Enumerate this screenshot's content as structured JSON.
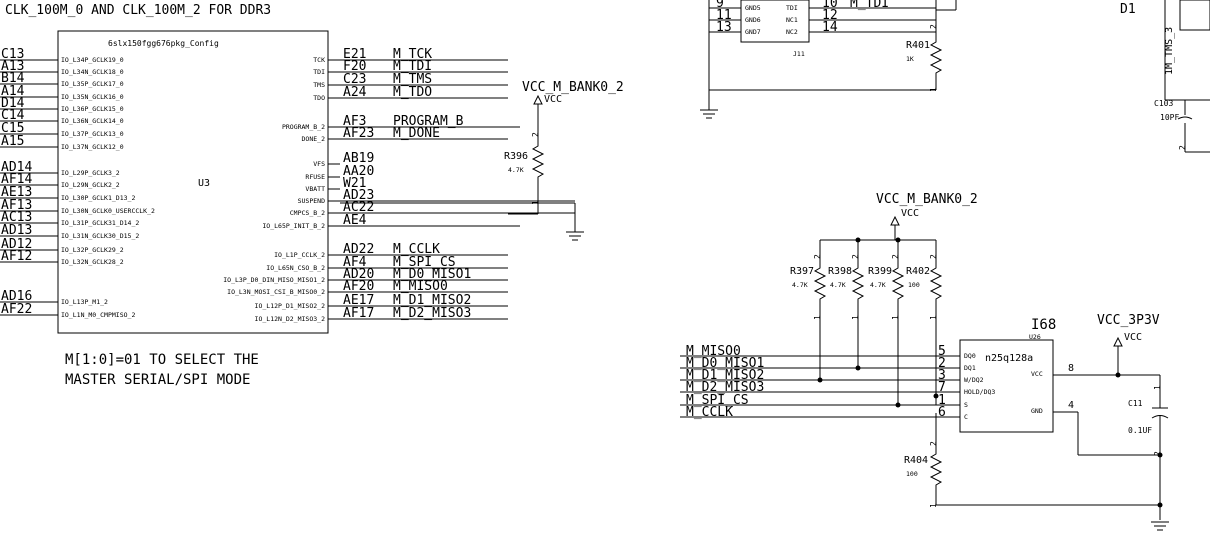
{
  "header": {
    "title": "CLK_100M_0 AND CLK_100M_2 FOR DDR3"
  },
  "u3": {
    "part": "6slx150fgg676pkg_Config",
    "refdes": "U3",
    "left_pins": [
      {
        "ball": "C13",
        "name": "IO_L34P_GCLK19_0"
      },
      {
        "ball": "A13",
        "name": "IO_L34N_GCLK18_0"
      },
      {
        "ball": "B14",
        "name": "IO_L35P_GCLK17_0"
      },
      {
        "ball": "A14",
        "name": "IO_L35N_GCLK16_0"
      },
      {
        "ball": "D14",
        "name": "IO_L36P_GCLK15_0"
      },
      {
        "ball": "C14",
        "name": "IO_L36N_GCLK14_0"
      },
      {
        "ball": "C15",
        "name": "IO_L37P_GCLK13_0"
      },
      {
        "ball": "A15",
        "name": "IO_L37N_GCLK12_0"
      },
      {
        "ball": "AD14",
        "name": "IO_L29P_GCLK3_2"
      },
      {
        "ball": "AF14",
        "name": "IO_L29N_GCLK2_2"
      },
      {
        "ball": "AE13",
        "name": "IO_L30P_GCLK1_D13_2"
      },
      {
        "ball": "AF13",
        "name": "IO_L30N_GCLK0_USERCCLK_2"
      },
      {
        "ball": "AC13",
        "name": "IO_L31P_GCLK31_D14_2"
      },
      {
        "ball": "AD13",
        "name": "IO_L31N_GCLK30_D15_2"
      },
      {
        "ball": "AD12",
        "name": "IO_L32P_GCLK29_2"
      },
      {
        "ball": "AF12",
        "name": "IO_L32N_GCLK28_2"
      },
      {
        "ball": "AD16",
        "name": "IO_L13P_M1_2"
      },
      {
        "ball": "AF22",
        "name": "IO_L1N_M0_CMPMISO_2"
      }
    ],
    "right_pins": [
      {
        "name": "TCK",
        "ball": "E21",
        "net": "M_TCK"
      },
      {
        "name": "TDI",
        "ball": "F20",
        "net": "M_TDI"
      },
      {
        "name": "TMS",
        "ball": "C23",
        "net": "M_TMS"
      },
      {
        "name": "TDO",
        "ball": "A24",
        "net": "M_TDO"
      },
      {
        "name": "PROGRAM_B_2",
        "ball": "AF3",
        "net": "PROGRAM_B"
      },
      {
        "name": "DONE_2",
        "ball": "AF23",
        "net": "M_DONE"
      },
      {
        "name": "VFS",
        "ball": "AB19",
        "net": ""
      },
      {
        "name": "RFUSE",
        "ball": "AA20",
        "net": ""
      },
      {
        "name": "VBATT",
        "ball": "W21",
        "net": ""
      },
      {
        "name": "SUSPEND",
        "ball": "AD23",
        "net": ""
      },
      {
        "name": "CMPCS_B_2",
        "ball": "AC22",
        "net": ""
      },
      {
        "name": "IO_L65P_INIT_B_2",
        "ball": "AE4",
        "net": ""
      },
      {
        "name": "IO_L1P_CCLK_2",
        "ball": "AD22",
        "net": "M_CCLK"
      },
      {
        "name": "IO_L65N_CSO_B_2",
        "ball": "AF4",
        "net": "M_SPI_CS"
      },
      {
        "name": "IO_L3P_D0_DIN_MISO_MISO1_2",
        "ball": "AD20",
        "net": "M_D0_MISO1"
      },
      {
        "name": "IO_L3N_MOSI_CSI_B_MISO0_2",
        "ball": "AF20",
        "net": "M_MISO0"
      },
      {
        "name": "IO_L12P_D1_MISO2_2",
        "ball": "AE17",
        "net": "M_D1_MISO2"
      },
      {
        "name": "IO_L12N_D2_MISO3_2",
        "ball": "AF17",
        "net": "M_D2_MISO3"
      }
    ]
  },
  "note": {
    "line1": "M[1:0]=01 TO SELECT THE",
    "line2": "MASTER SERIAL/SPI MODE"
  },
  "r396": {
    "ref": "R396",
    "value": "4.7K",
    "pin1": "1",
    "pin2": "2"
  },
  "rail_top": {
    "name": "VCC_M_BANK0_2",
    "symbol": "VCC"
  },
  "j11": {
    "ref": "J11",
    "rows": [
      {
        "num": "9",
        "left": "GND5",
        "right": "TDI",
        "rnum": "10",
        "net": "M_TDI"
      },
      {
        "num": "11",
        "left": "GND6",
        "right": "NC1",
        "rnum": "12",
        "net": ""
      },
      {
        "num": "13",
        "left": "GND7",
        "right": "NC2",
        "rnum": "14",
        "net": ""
      }
    ]
  },
  "r401": {
    "ref": "R401",
    "value": "1K",
    "pin1": "1",
    "pin2": "2"
  },
  "d1": {
    "ref": "D1",
    "net": "1M_TMS_3"
  },
  "c103": {
    "ref": "C103",
    "value": "10PF",
    "pin2": "2"
  },
  "rail_mid": {
    "name": "VCC_M_BANK0_2",
    "symbol": "VCC"
  },
  "pullups": [
    {
      "ref": "R397",
      "value": "4.7K"
    },
    {
      "ref": "R398",
      "value": "4.7K"
    },
    {
      "ref": "R399",
      "value": "4.7K"
    },
    {
      "ref": "R402",
      "value": "100"
    }
  ],
  "pin_labels": {
    "one": "1",
    "two": "2"
  },
  "flash_nets": [
    "M_MISO0",
    "M_D0_MISO1",
    "M_D1_MISO2",
    "M_D2_MISO3",
    "M_SPI_CS",
    "M_CCLK"
  ],
  "u26": {
    "ref": "I68",
    "refdes": "U26",
    "part": "n25q128a",
    "left_pins": [
      {
        "num": "5",
        "name": "DQ0"
      },
      {
        "num": "2",
        "name": "DQ1"
      },
      {
        "num": "3",
        "name": "W/DQ2"
      },
      {
        "num": "7",
        "name": "HOLD/DQ3"
      },
      {
        "num": "1",
        "name": "S"
      },
      {
        "num": "6",
        "name": "C"
      }
    ],
    "right_pins": [
      {
        "num": "8",
        "name": "VCC"
      },
      {
        "num": "4",
        "name": "GND"
      }
    ]
  },
  "rail_3p3": {
    "name": "VCC_3P3V",
    "symbol": "VCC"
  },
  "c11": {
    "ref": "C11",
    "value": "0.1UF",
    "pin1": "1",
    "pin2": "2"
  },
  "r404": {
    "ref": "R404",
    "value": "100",
    "pin1": "1",
    "pin2": "2"
  }
}
